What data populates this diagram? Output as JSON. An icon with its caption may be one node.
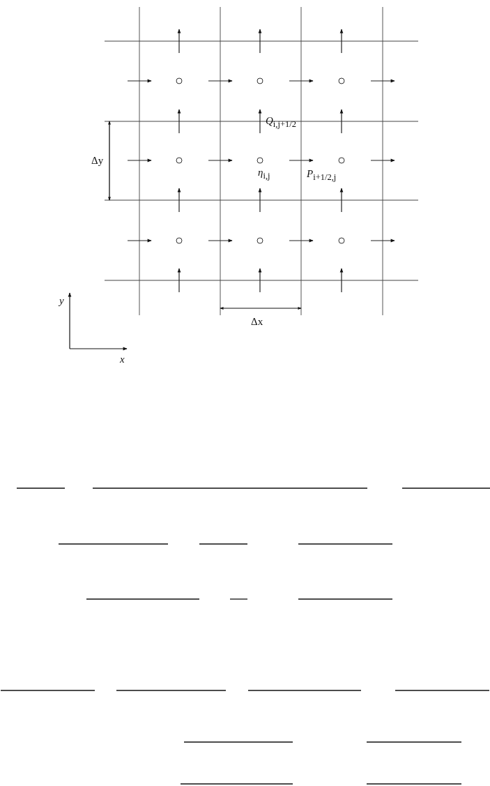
{
  "diagram": {
    "labels": [
      "*Q*$_{i,j+1/2}$",
      "Δy",
      "*η*$_{i,j}$",
      "*P*$_{i+1/2,j}$",
      "Δx",
      "y",
      "x"
    ]
  }
}
